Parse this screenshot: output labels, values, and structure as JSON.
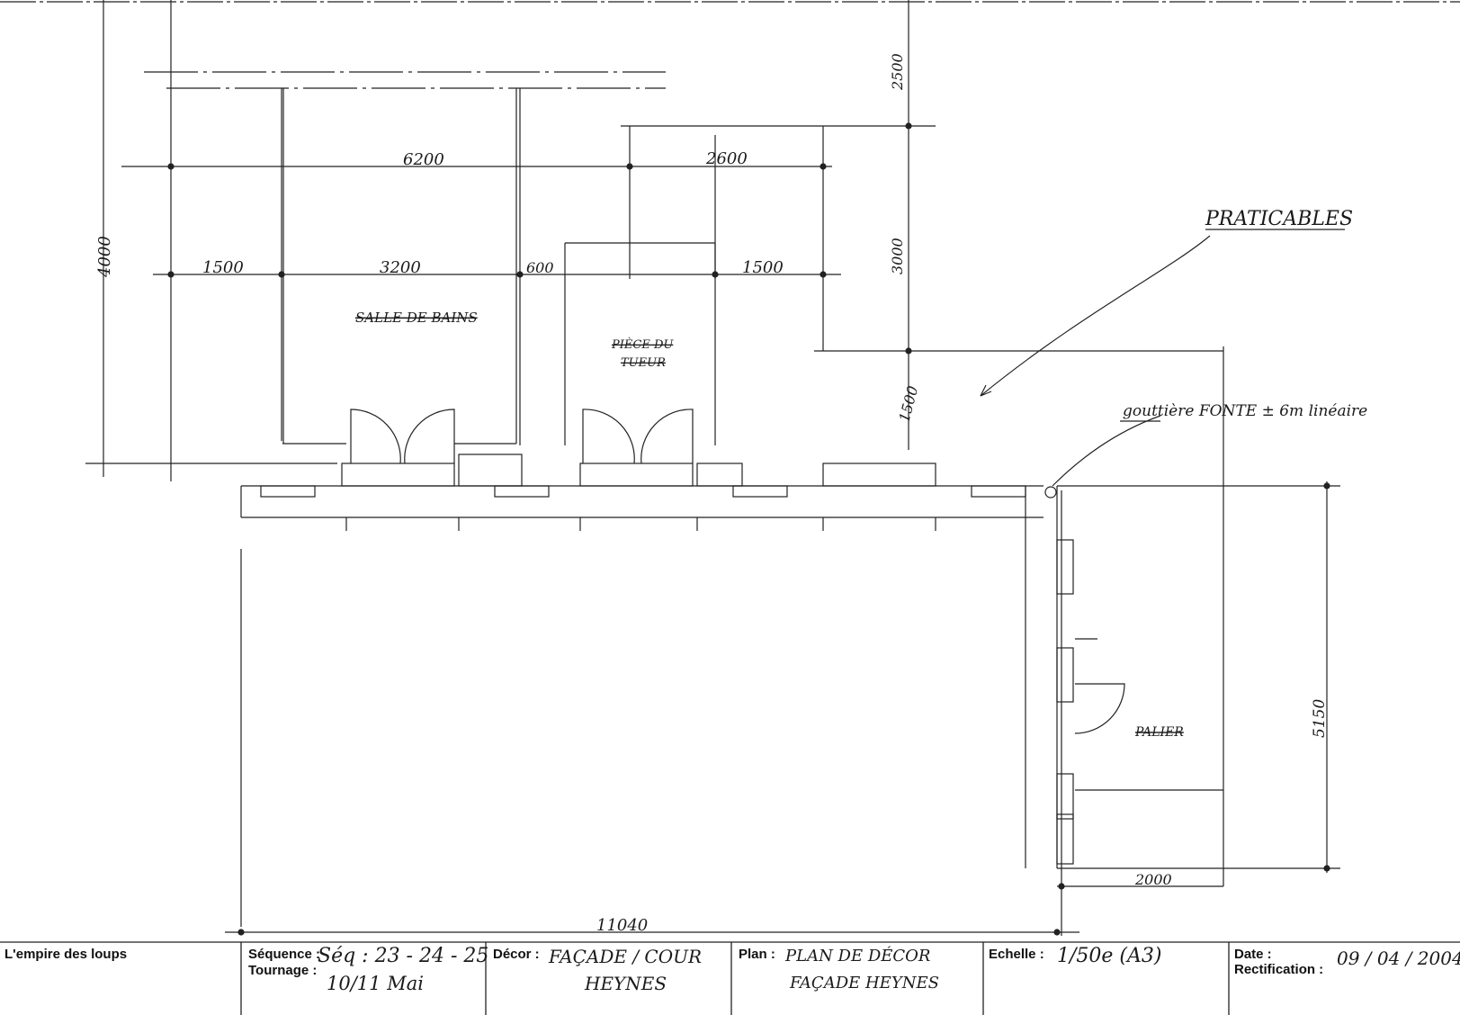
{
  "plan": {
    "dimensions": {
      "d_6200": "6200",
      "d_2600": "2600",
      "d_1500_left": "1500",
      "d_3200": "3200",
      "d_600": "600",
      "d_1500_right": "1500",
      "d_2500": "2500",
      "d_3000": "3000",
      "d_1500_vertical": "1500",
      "d_4000": "4000",
      "d_5150": "5150",
      "d_2000": "2000",
      "d_11040": "11040"
    },
    "rooms": {
      "salle_de_bains": "SALLE DE BAINS",
      "piece_du_tueur_1": "PIÈCE DU",
      "piece_du_tueur_2": "TUEUR",
      "palier": "PALIER"
    },
    "annotations": {
      "praticables": "PRATICABLES",
      "gouttiere": "gouttière FONTE ± 6m linéaire"
    }
  },
  "cartouche": {
    "title": "L'empire des loups",
    "sequence_label": "Séquence :",
    "tournage_label": "Tournage :",
    "sequence_value": "Séq : 23 - 24 - 25",
    "tournage_value": "10/11 Mai",
    "decor_label": "Décor :",
    "decor_value_1": "FAÇADE / COUR",
    "decor_value_2": "HEYNES",
    "plan_label": "Plan :",
    "plan_value_1": "PLAN DE DÉCOR",
    "plan_value_2": "FAÇADE HEYNES",
    "echelle_label": "Echelle :",
    "echelle_value": "1/50e (A3)",
    "date_label": "Date :",
    "rectification_label": "Rectification :",
    "date_value": "09 / 04 / 2004"
  }
}
